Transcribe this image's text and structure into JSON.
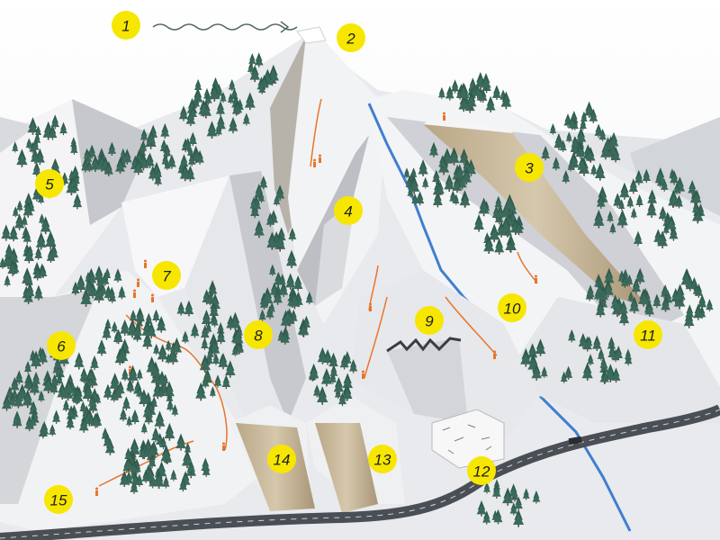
{
  "markers": [
    {
      "label": "1"
    },
    {
      "label": "2"
    },
    {
      "label": "3"
    },
    {
      "label": "4"
    },
    {
      "label": "5"
    },
    {
      "label": "6"
    },
    {
      "label": "7"
    },
    {
      "label": "8"
    },
    {
      "label": "9"
    },
    {
      "label": "10"
    },
    {
      "label": "11"
    },
    {
      "label": "12"
    },
    {
      "label": "13"
    },
    {
      "label": "14"
    },
    {
      "label": "15"
    }
  ],
  "colors": {
    "marker": "#f7e600",
    "route": "#e8752a",
    "tree": "#2f5b4d",
    "river": "#3f7fd0",
    "road": "#4a4e55",
    "cliff_wood": "#c8b89a"
  },
  "icons": [
    "wind-arrow-icon",
    "climber-figure-icon",
    "tree-icon"
  ]
}
